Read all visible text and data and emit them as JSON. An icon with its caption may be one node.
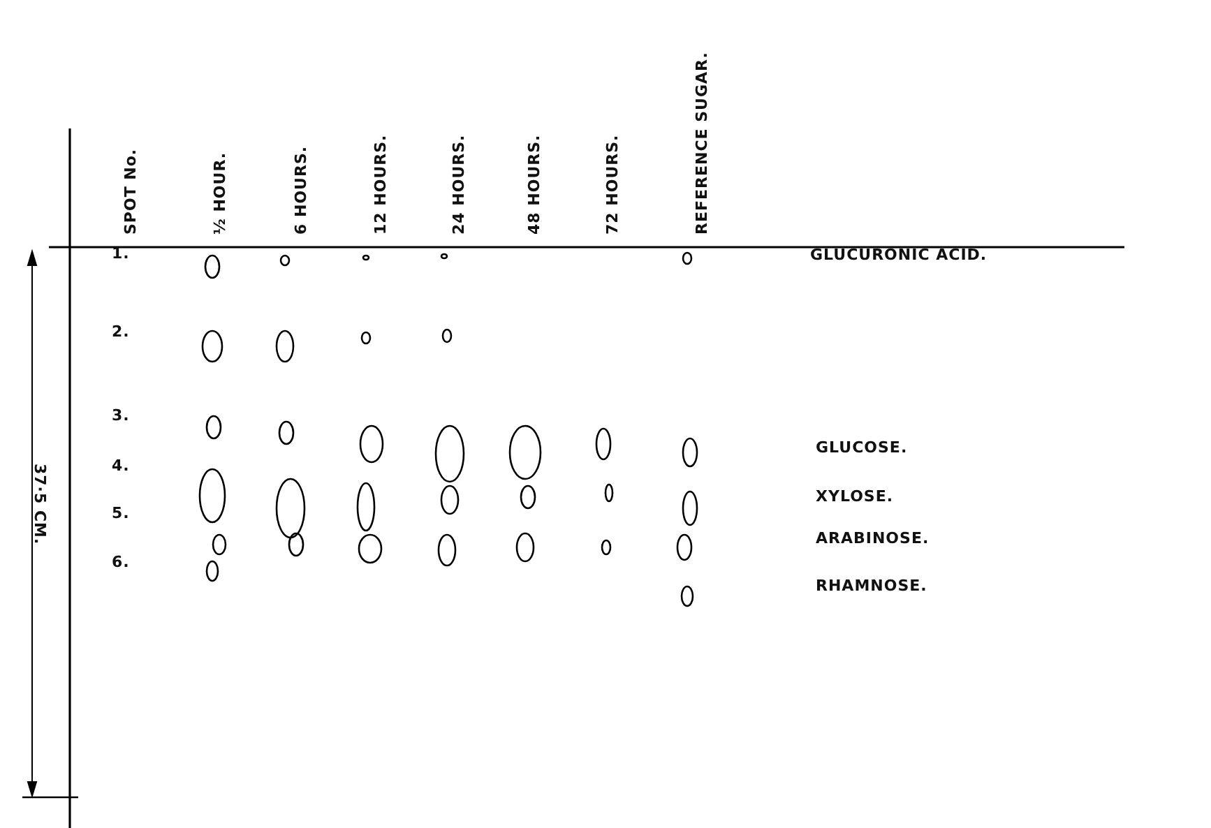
{
  "diagram": {
    "labels": [
      "SPOT No.",
      "½ HOUR.",
      "6 HOURS.",
      "12 HOURS.",
      "24 HOURS.",
      "48 HOURS.",
      "72 HOURS.",
      "REFERENCE SUGAR.",
      "1.",
      "GLUCURONIC ACID.",
      "2.",
      "3.",
      "GLUCOSE.",
      "4.",
      "XYLOSE.",
      "5.",
      "ARABINOSE.",
      "6.",
      "RHAMNOSE.",
      "37·5 CM."
    ]
  }
}
